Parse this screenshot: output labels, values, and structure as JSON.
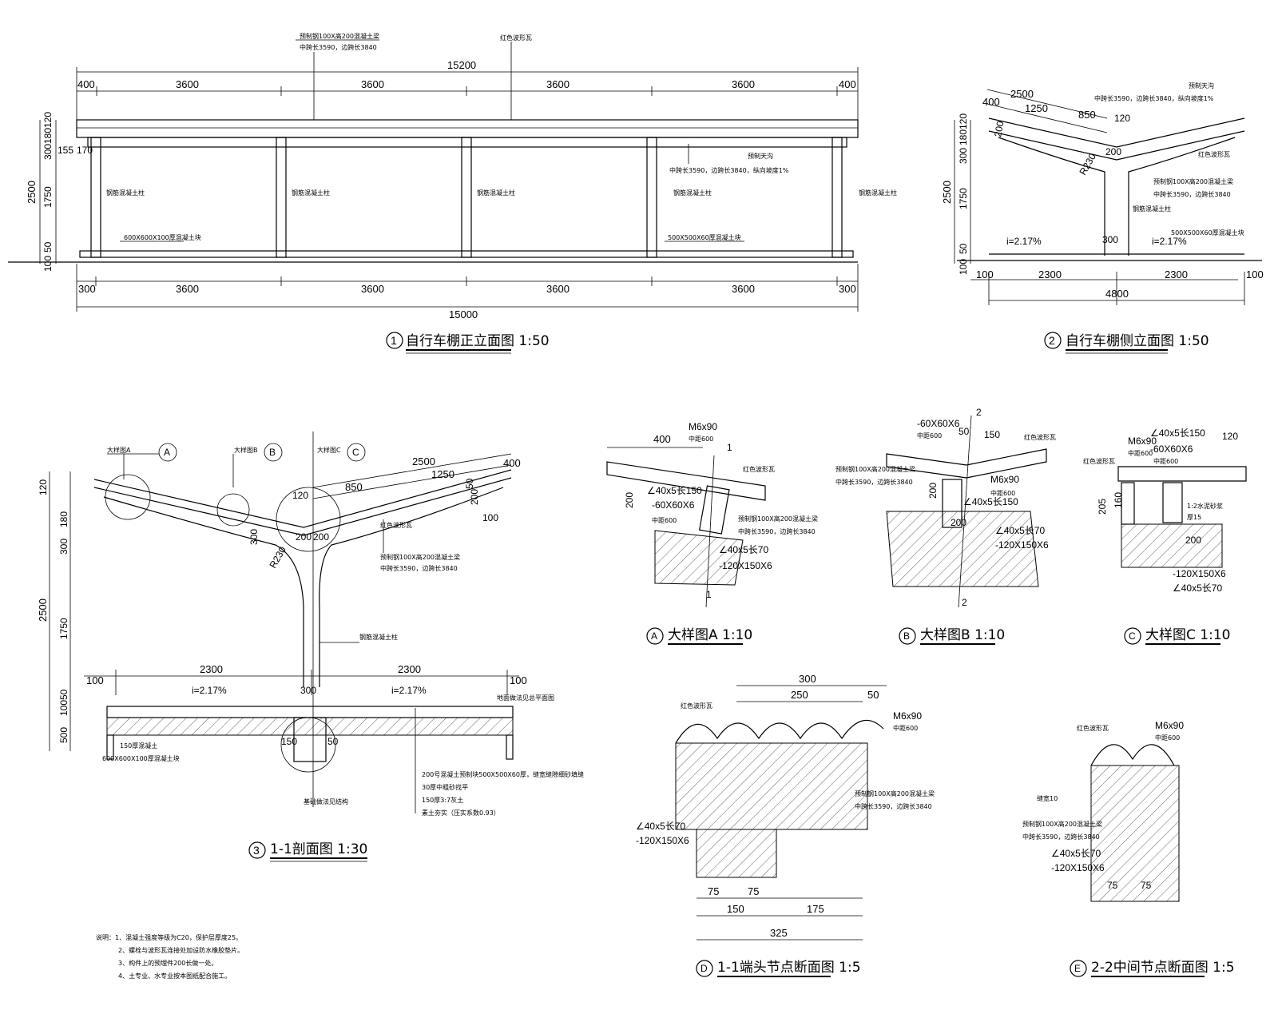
{
  "view1": {
    "title_num": "1",
    "title": "自行车棚正立面图 1:50",
    "top_note_1": "预制钢100X高200混凝土梁",
    "top_note_2": "中跨长3590，边跨长3840",
    "roof_note": "红色波形瓦",
    "total_top": "15200",
    "top_dims": [
      "400",
      "3600",
      "3600",
      "3600",
      "3600",
      "400"
    ],
    "bottom_dims": [
      "300",
      "3600",
      "3600",
      "3600",
      "3600",
      "300"
    ],
    "total_bottom": "15000",
    "left_dims": [
      "120",
      "300",
      "180",
      "155",
      "170",
      "2500",
      "1750",
      "50",
      "100"
    ],
    "column_labels": [
      "钢筋混凝土柱",
      "钢筋混凝土柱",
      "钢筋混凝土柱",
      "钢筋混凝土柱",
      "钢筋混凝土柱"
    ],
    "beam_note_1": "预制天沟",
    "beam_note_2": "中跨长3590，边跨长3840，纵向坡度1%",
    "base_left": "600X600X100厚混凝土块",
    "base_right": "500X500X60厚混凝土块"
  },
  "view2": {
    "title_num": "2",
    "title": "自行车棚侧立面图 1:50",
    "top_dims": [
      "2500",
      "400",
      "1250",
      "850",
      "120",
      "200"
    ],
    "note_a1": "中跨长3590，边跨长3840，纵向坡度1%",
    "note_a2": "预制天沟",
    "note_b": "红色波形瓦",
    "note_c1": "预制钢100X高200混凝土梁",
    "note_c2": "中跨长3590，边跨长3840",
    "note_d": "钢筋混凝土柱",
    "note_e": "500X500X60厚混凝土块",
    "radius": "R230",
    "mid": "200",
    "col": "300",
    "slope_l": "i=2.17%",
    "slope_r": "i=2.17%",
    "left_dims": [
      "120",
      "300",
      "180",
      "2500",
      "1750",
      "50",
      "100"
    ],
    "bottom_dims": [
      "100",
      "2300",
      "2300",
      "100"
    ],
    "total_bottom": "4800"
  },
  "view3": {
    "title_num": "3",
    "title": "1-1剖面图 1:30",
    "callout_a": "大样图A",
    "callout_b": "大样图B",
    "callout_c": "大样图C",
    "letters": [
      "A",
      "B",
      "C"
    ],
    "top_dims": [
      "2500",
      "1250",
      "400",
      "850",
      "120",
      "200",
      "100",
      "50",
      "200",
      "200"
    ],
    "note_roof": "红色波形瓦",
    "note_beam_1": "预制钢100X高200混凝土梁",
    "note_beam_2": "中跨长3590，边跨长3840",
    "note_col": "钢筋混凝土柱",
    "radius": "R230",
    "dim_300": "300",
    "left_dims": [
      "120",
      "300",
      "180",
      "2500",
      "1750",
      "50",
      "100",
      "500"
    ],
    "bottom_dims": [
      "100",
      "2300",
      "2300",
      "100"
    ],
    "col_w": "300",
    "slope_l": "i=2.17%",
    "slope_r": "i=2.17%",
    "ground_note": "地面做法见总平面图",
    "base_l": "150",
    "base_r": "50",
    "concrete": "150厚混凝土",
    "block": "600X600X100厚混凝土块",
    "foundation": "基础做法见结构",
    "layers": [
      "200号混凝土预制块500X500X60厚，缝宽缝隙细砂填缝",
      "30厚中粗砂找平",
      "150厚3:7灰土",
      "素土夯实（压实系数0.93）"
    ]
  },
  "detailA": {
    "letter": "A",
    "title": "大样图A 1:10",
    "dims": [
      "400",
      "M6x90",
      "中距600",
      "200"
    ],
    "section": "1",
    "notes": [
      "红色波形瓦",
      "∠40x5长150",
      "-60X60X6",
      "中距600",
      "预制钢100X高200混凝土梁",
      "中跨长3590，边跨长3840",
      "∠40x5长70",
      "-120X150X6"
    ]
  },
  "detailB": {
    "letter": "B",
    "title": "大样图B 1:10",
    "section": "2",
    "notes": [
      "-60X60X6",
      "中距600",
      "50",
      "150",
      "红色波形瓦",
      "预制钢100X高200混凝土梁",
      "中跨长3590，边跨长3840",
      "200",
      "M6x90",
      "中距600",
      "∠40x5长150",
      "200",
      "∠40x5长70",
      "-120X150X6"
    ]
  },
  "detailC": {
    "letter": "C",
    "title": "大样图C 1:10",
    "notes": [
      "∠40x5长150",
      "120",
      "M6x90",
      "中距600",
      "-60X60X6",
      "中距600",
      "红色波形瓦",
      "1:2水泥砂浆",
      "厚15",
      "205",
      "160",
      "200",
      "-120X150X6",
      "∠40x5长70"
    ]
  },
  "detailD": {
    "letter": "D",
    "title": "1-1端头节点断面图 1:5",
    "top_dims": [
      "300",
      "250",
      "50"
    ],
    "notes": [
      "红色波形瓦",
      "M6x90",
      "中距600",
      "预制钢100X高200混凝土梁",
      "中跨长3590，边跨长3840",
      "∠40x5长70",
      "-120X150X6"
    ],
    "bottom_dims": [
      "75",
      "75",
      "150",
      "175",
      "325"
    ]
  },
  "detailE": {
    "letter": "E",
    "title": "2-2中间节点断面图 1:5",
    "notes": [
      "红色波形瓦",
      "M6x90",
      "中距600",
      "缝宽10",
      "预制钢100X高200混凝土梁",
      "中跨长3590，边跨长3840",
      "∠40x5长70",
      "-120X150X6",
      "75",
      "75"
    ]
  },
  "footnote": [
    "说明：1、混凝土强度等级为C20，保护层厚度25。",
    "2、螺栓与波形瓦连接处加设防水橡胶垫片。",
    "3、构件上的预埋件200长做一处。",
    "4、土专业、水专业按本图纸配合施工。"
  ]
}
